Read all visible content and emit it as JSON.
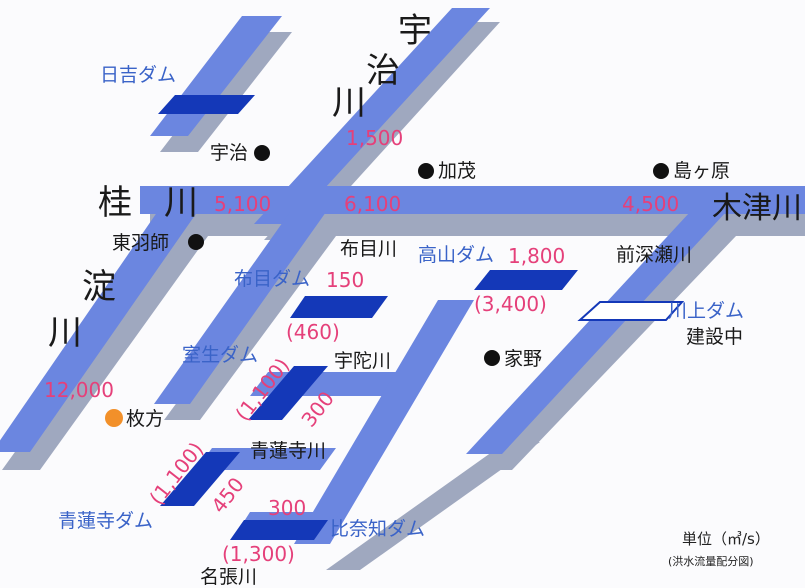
{
  "colors": {
    "river": "#6b86e0",
    "river_shadow": "#9fa8bf",
    "dam_fill": "#1438b8",
    "dam_outline": "#1438b8",
    "flow_text": "#e5407a",
    "dam_text": "#3a63c8",
    "place_dot": "#111111",
    "hirakata_dot": "#f2902a"
  },
  "rivers": {
    "uji": [
      "宇",
      "治",
      "川"
    ],
    "katsura": [
      "桂",
      "川"
    ],
    "yodo": [
      "淀",
      "川"
    ],
    "kizu": "木津川",
    "nunome": "布目川",
    "udagawa": "宇陀川",
    "shorenji": "青蓮寺川",
    "nabari": "名張川",
    "maefukase": "前深瀬川"
  },
  "places": {
    "uji": "宇治",
    "toba": "東羽師",
    "kamo": "加茂",
    "shimagahara": "島ヶ原",
    "kano": "家野",
    "hirakata": "枚方"
  },
  "dams": {
    "hiyoshi": "日吉ダム",
    "nunome": "布目ダム",
    "takayama": "高山ダム",
    "kawakami": "川上ダム",
    "kawakami_status": "建設中",
    "murou": "室生ダム",
    "shorenji": "青蓮寺ダム",
    "hinachi": "比奈知ダム"
  },
  "flows": {
    "uji": "1,500",
    "katsura": "5,100",
    "uji_lower": "6,100",
    "kizu": "4,500",
    "nunome": "150",
    "nunome_paren": "(460)",
    "takayama": "1,800",
    "takayama_paren": "(3,400)",
    "murou_paren": "(1,100)",
    "murou": "300",
    "shorenji_paren": "(1,100)",
    "shorenji": "450",
    "hinachi": "300",
    "hinachi_paren": "(1,300)",
    "hirakata": "12,000"
  },
  "legend": {
    "unit": "単位（㎥/s）",
    "note": "(洪水流量配分図)"
  }
}
